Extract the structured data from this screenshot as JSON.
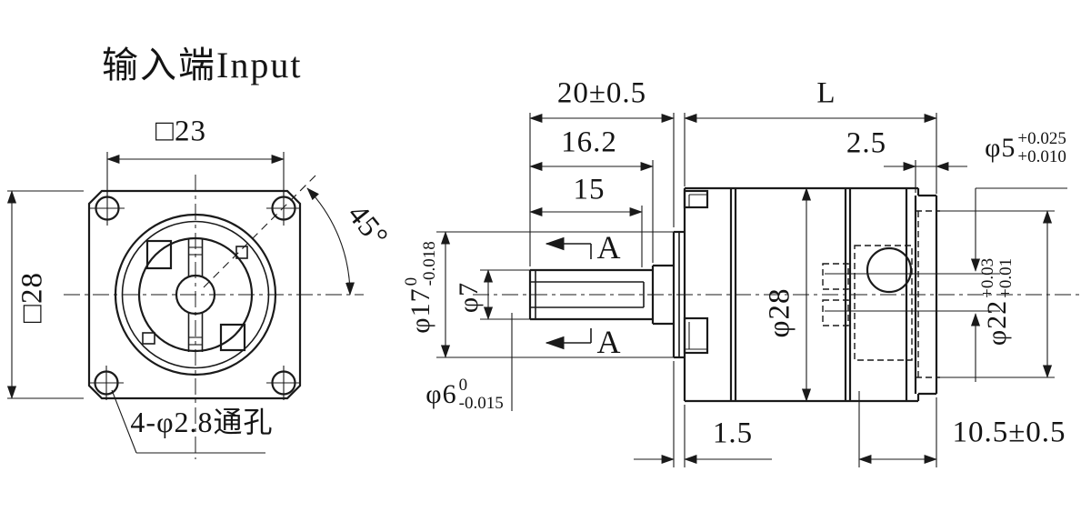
{
  "drawing": {
    "title": "输入端Input",
    "front_view": {
      "square_size": "□28",
      "bolt_spacing": "□23",
      "hole_angle": "45°",
      "hole_callout": "4-φ2.8通孔"
    },
    "side_view": {
      "shaft_len": "20±0.5",
      "body_len": "L",
      "flat_len_outer": "16.2",
      "flat_len": "15",
      "rear_lip": "2.5",
      "bore5": {
        "d": "φ5",
        "up": "+0.025",
        "lo": "+0.010"
      },
      "pilot17": {
        "d": "φ17",
        "up": "0",
        "lo": "-0.018"
      },
      "shaft7": "φ7",
      "bore6": {
        "d": "φ6",
        "up": "0",
        "lo": "-0.015"
      },
      "body28": "φ28",
      "rear22": {
        "d": "φ22",
        "up": "+0.03",
        "lo": "+0.01"
      },
      "section_a_top": "A",
      "section_a_bottom": "A",
      "washer": "1.5",
      "rear_len": "10.5±0.5"
    },
    "colors": {
      "line": "#1a1a1a",
      "bg": "#ffffff"
    }
  }
}
